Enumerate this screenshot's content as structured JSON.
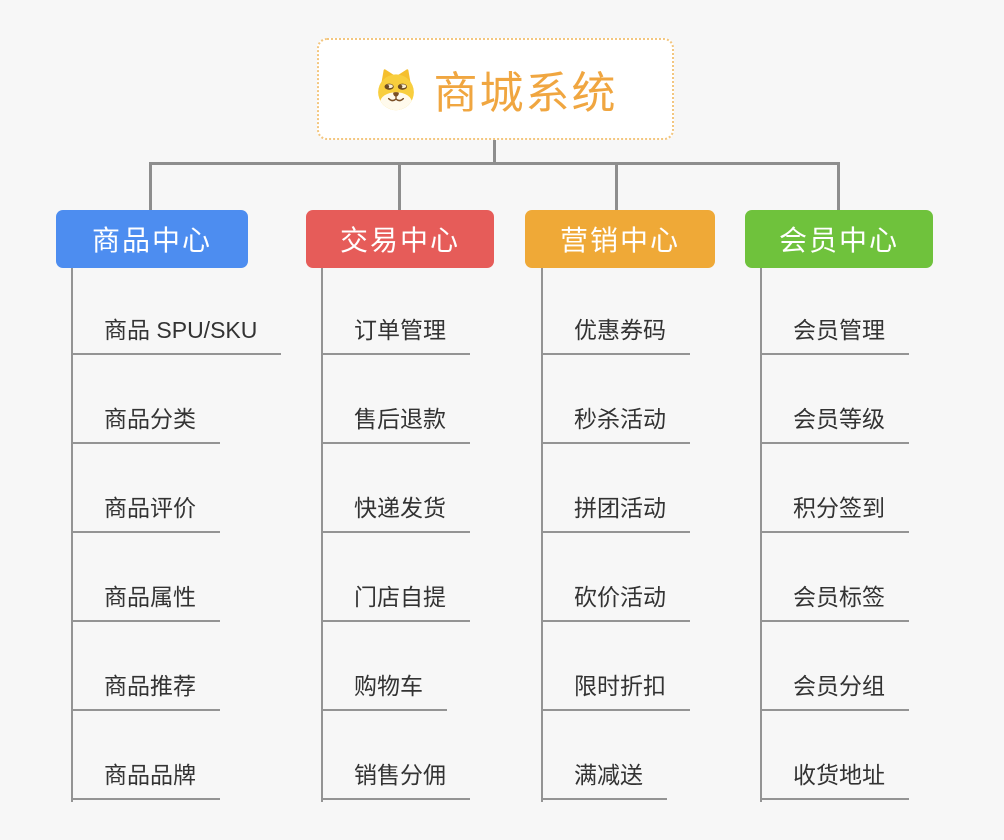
{
  "root": {
    "title": "商城系统",
    "icon": "dog-face-icon",
    "title_color": "#F0A640",
    "border_color": "#F3C67F"
  },
  "connector_color": "#8E8E8E",
  "leaf_line_color": "#949494",
  "background_color": "#F7F7F7",
  "branches": [
    {
      "label": "商品中心",
      "color": "#4D8DF0",
      "children": [
        "商品 SPU/SKU",
        "商品分类",
        "商品评价",
        "商品属性",
        "商品推荐",
        "商品品牌"
      ]
    },
    {
      "label": "交易中心",
      "color": "#E65C59",
      "children": [
        "订单管理",
        "售后退款",
        "快递发货",
        "门店自提",
        "购物车",
        "销售分佣"
      ]
    },
    {
      "label": "营销中心",
      "color": "#EFA937",
      "children": [
        "优惠券码",
        "秒杀活动",
        "拼团活动",
        "砍价活动",
        "限时折扣",
        "满减送"
      ]
    },
    {
      "label": "会员中心",
      "color": "#6FC23C",
      "children": [
        "会员管理",
        "会员等级",
        "积分签到",
        "会员标签",
        "会员分组",
        "收货地址"
      ]
    }
  ]
}
